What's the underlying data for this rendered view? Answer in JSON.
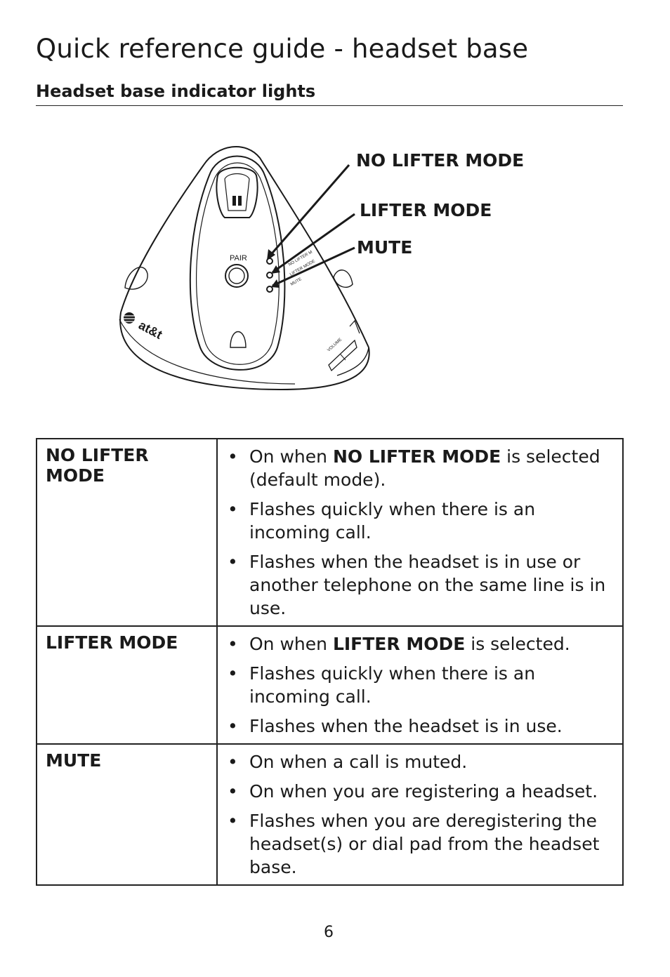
{
  "page": {
    "title": "Quick reference guide - headset base",
    "section_heading": "Headset base indicator lights",
    "page_number": "6"
  },
  "figure": {
    "callouts": {
      "no_lifter_mode": "NO LIFTER MODE",
      "lifter_mode": "LIFTER MODE",
      "mute": "MUTE"
    },
    "device_text": {
      "pair": "PAIR",
      "brand": "at&t",
      "volume": "VOLUME",
      "led_no_lifter": "NO LIFTER M",
      "led_lifter": "LIFTER MODE",
      "led_mute": "MUTE"
    }
  },
  "table": {
    "rows": [
      {
        "label": "NO LIFTER MODE",
        "bullets": [
          {
            "pre": "On when ",
            "bold": "NO LIFTER MODE",
            "post": " is selected (default mode)."
          },
          {
            "pre": "Flashes quickly when there is an incoming call.",
            "bold": "",
            "post": ""
          },
          {
            "pre": "Flashes when the headset is in use or another telephone on the same line is in use.",
            "bold": "",
            "post": ""
          }
        ]
      },
      {
        "label": "LIFTER MODE",
        "bullets": [
          {
            "pre": "On when ",
            "bold": "LIFTER MODE",
            "post": " is selected."
          },
          {
            "pre": "Flashes quickly when there is an incoming call.",
            "bold": "",
            "post": ""
          },
          {
            "pre": "Flashes when the headset is in use.",
            "bold": "",
            "post": ""
          }
        ]
      },
      {
        "label": "MUTE",
        "bullets": [
          {
            "pre": "On when a call is muted.",
            "bold": "",
            "post": ""
          },
          {
            "pre": "On when you are registering a headset.",
            "bold": "",
            "post": ""
          },
          {
            "pre": "Flashes when you are deregistering the headset(s) or dial pad from the headset base.",
            "bold": "",
            "post": ""
          }
        ]
      }
    ]
  },
  "colors": {
    "ink": "#1a1a1a",
    "background": "#ffffff"
  }
}
